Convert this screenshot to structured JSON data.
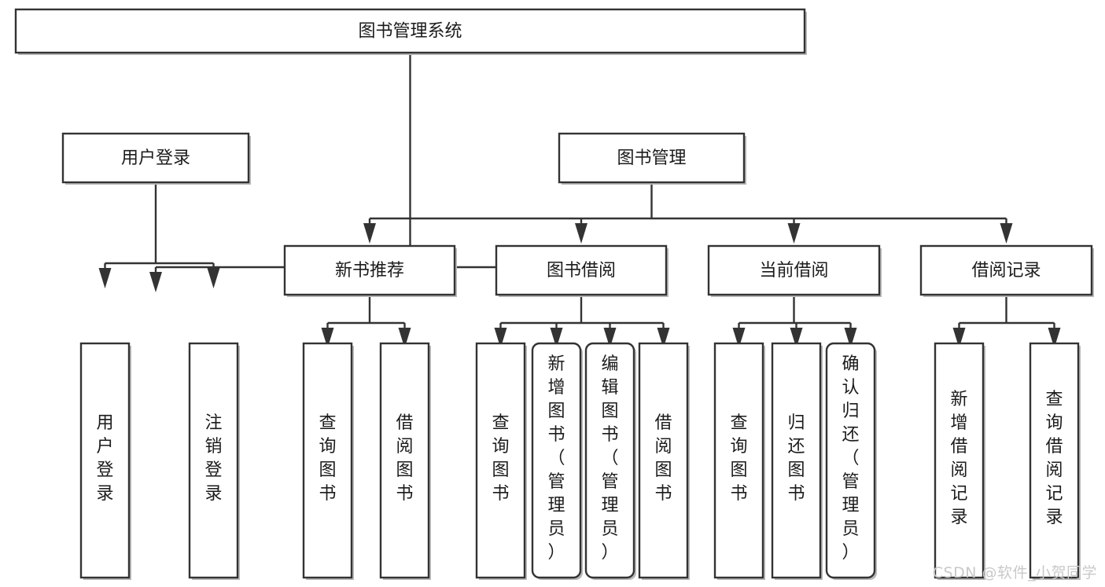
{
  "diagram": {
    "title": "图书管理系统",
    "type": "tree",
    "watermark": "CSDN @软件_小贺同学",
    "colors": {
      "stroke": "#333333",
      "fill": "#ffffff",
      "shadow": "#b9b9b9",
      "text": "#1b1b1b",
      "watermark": "#c9c9c9"
    },
    "levels": {
      "root": {
        "id": "root",
        "label": "图书管理系统",
        "orientation": "horizontal"
      },
      "level2": [
        {
          "id": "user-login",
          "label": "用户登录",
          "orientation": "horizontal"
        },
        {
          "id": "book-manage",
          "label": "图书管理",
          "orientation": "horizontal"
        }
      ],
      "level3": [
        {
          "id": "new-book-rec",
          "label": "新书推荐",
          "orientation": "horizontal",
          "parent": "book-manage"
        },
        {
          "id": "book-borrow",
          "label": "图书借阅",
          "orientation": "horizontal",
          "parent": "book-manage"
        },
        {
          "id": "current-borrow",
          "label": "当前借阅",
          "orientation": "horizontal",
          "parent": "book-manage"
        },
        {
          "id": "borrow-record",
          "label": "借阅记录",
          "orientation": "horizontal",
          "parent": "book-manage"
        }
      ],
      "leaves": [
        {
          "id": "leaf-user-login",
          "label": "用户登录",
          "orientation": "vertical",
          "parent": "user-login",
          "rounded": false
        },
        {
          "id": "leaf-user-logout",
          "label": "注销登录",
          "orientation": "vertical",
          "parent": "user-login",
          "rounded": false
        },
        {
          "id": "leaf-query-book-1",
          "label": "查询图书",
          "orientation": "vertical",
          "parent": "new-book-rec",
          "rounded": false
        },
        {
          "id": "leaf-borrow-book-1",
          "label": "借阅图书",
          "orientation": "vertical",
          "parent": "new-book-rec",
          "rounded": false
        },
        {
          "id": "leaf-query-book-2",
          "label": "查询图书",
          "orientation": "vertical",
          "parent": "book-borrow",
          "rounded": false
        },
        {
          "id": "leaf-add-book",
          "label": "新增图书（管理员）",
          "orientation": "vertical",
          "parent": "book-borrow",
          "rounded": true
        },
        {
          "id": "leaf-edit-book",
          "label": "编辑图书（管理员）",
          "orientation": "vertical",
          "parent": "book-borrow",
          "rounded": true
        },
        {
          "id": "leaf-borrow-book-2",
          "label": "借阅图书",
          "orientation": "vertical",
          "parent": "book-borrow",
          "rounded": false
        },
        {
          "id": "leaf-query-book-3",
          "label": "查询图书",
          "orientation": "vertical",
          "parent": "current-borrow",
          "rounded": false
        },
        {
          "id": "leaf-return-book",
          "label": "归还图书",
          "orientation": "vertical",
          "parent": "current-borrow",
          "rounded": false
        },
        {
          "id": "leaf-confirm-return",
          "label": "确认归还（管理员）",
          "orientation": "vertical",
          "parent": "current-borrow",
          "rounded": true
        },
        {
          "id": "leaf-add-record",
          "label": "新增借阅记录",
          "orientation": "vertical",
          "parent": "borrow-record",
          "rounded": false
        },
        {
          "id": "leaf-query-record",
          "label": "查询借阅记录",
          "orientation": "vertical",
          "parent": "borrow-record",
          "rounded": false
        }
      ]
    }
  }
}
